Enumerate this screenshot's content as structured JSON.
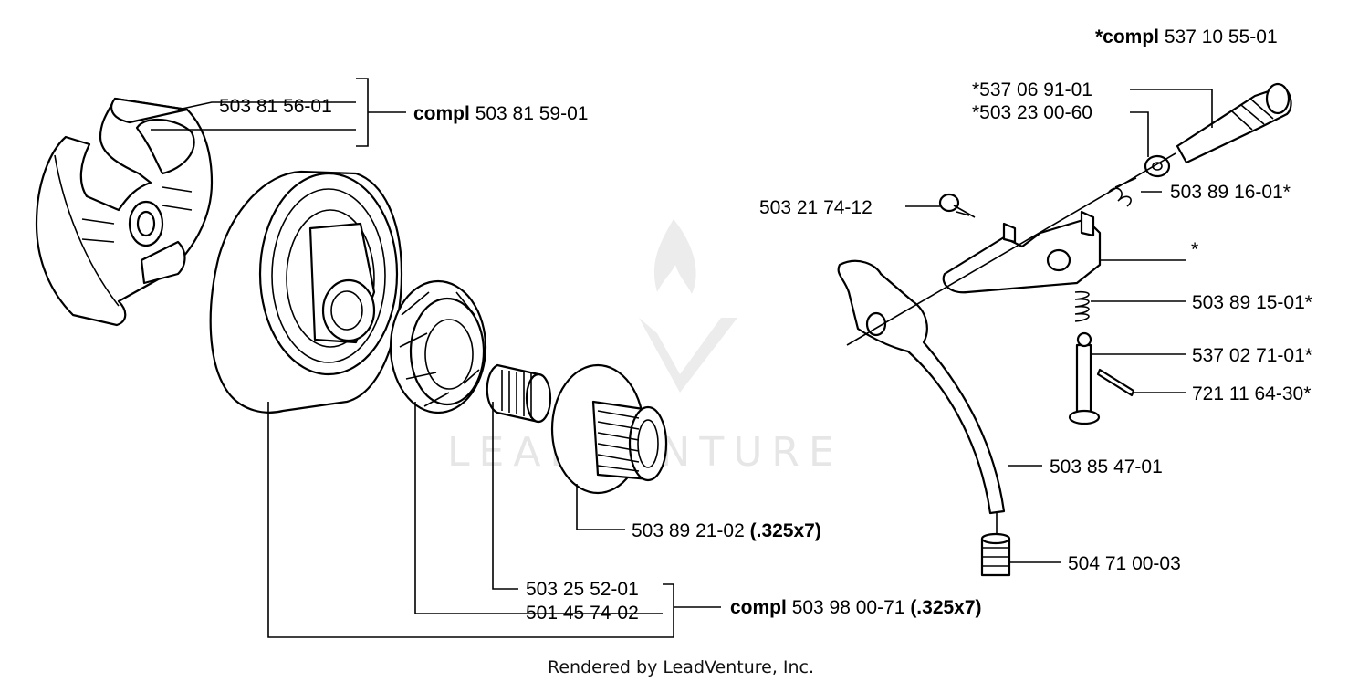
{
  "watermark": {
    "text": "LEADVENTURE"
  },
  "footer": {
    "text": "Rendered by LeadVenture, Inc."
  },
  "labels": {
    "clutch_shoe": "503 81 56-01",
    "clutch_compl_bold": "compl",
    "clutch_compl_num": "503 81 59-01",
    "rim_sprocket": "503 89 21-02",
    "rim_sprocket_size": "(.325x7)",
    "needle_bearing": "503 25 52-01",
    "rim": "501 45 74-02",
    "drum_compl_bold": "compl",
    "drum_compl_num": "503 98 00-71",
    "drum_compl_size": "(.325x7)",
    "pump_compl_bold": "*compl",
    "pump_compl_num": "537 10 55-01",
    "pump_shaft": "*537 06 91-01",
    "pump_washer": "*503 23 00-60",
    "pump_spring_top": "503 89 16-01*",
    "screw": "503 21 74-12",
    "pump_body": "*",
    "pump_spring": "503 89 15-01*",
    "pump_piston": "537 02 71-01*",
    "pin": "721 11 64-30*",
    "oil_hose": "503 85 47-01",
    "oil_filter": "504 71 00-03"
  }
}
